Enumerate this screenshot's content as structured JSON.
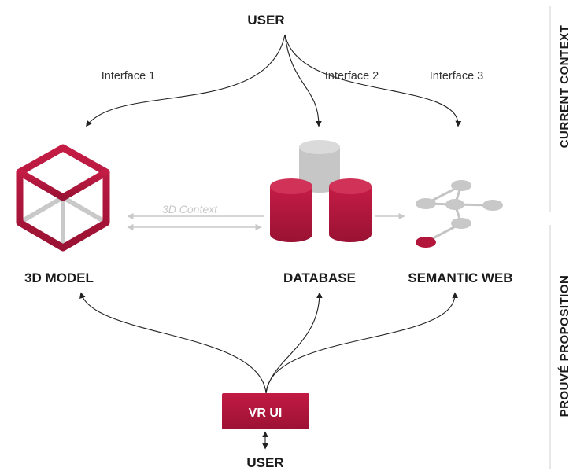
{
  "colors": {
    "accent": "#b3163b",
    "accent_dark": "#8f0f2d",
    "grey": "#c9c9c9",
    "grey_dark": "#b5b5b5",
    "line": "#222222"
  },
  "top_user": "USER",
  "bottom_user": "USER",
  "interfaces": [
    "Interface 1",
    "Interface 2",
    "Interface 3"
  ],
  "nodes": {
    "model": {
      "label": "3D MODEL",
      "icon": "cube-icon"
    },
    "database": {
      "label": "DATABASE",
      "icon": "database-icon"
    },
    "semantic": {
      "label": "SEMANTIC WEB",
      "icon": "graph-icon"
    }
  },
  "context_label": "3D Context",
  "vr_ui": "VR UI",
  "side_labels": {
    "current": "CURRENT CONTEXT",
    "proposition": "PROUVÉ PROPOSITION"
  }
}
